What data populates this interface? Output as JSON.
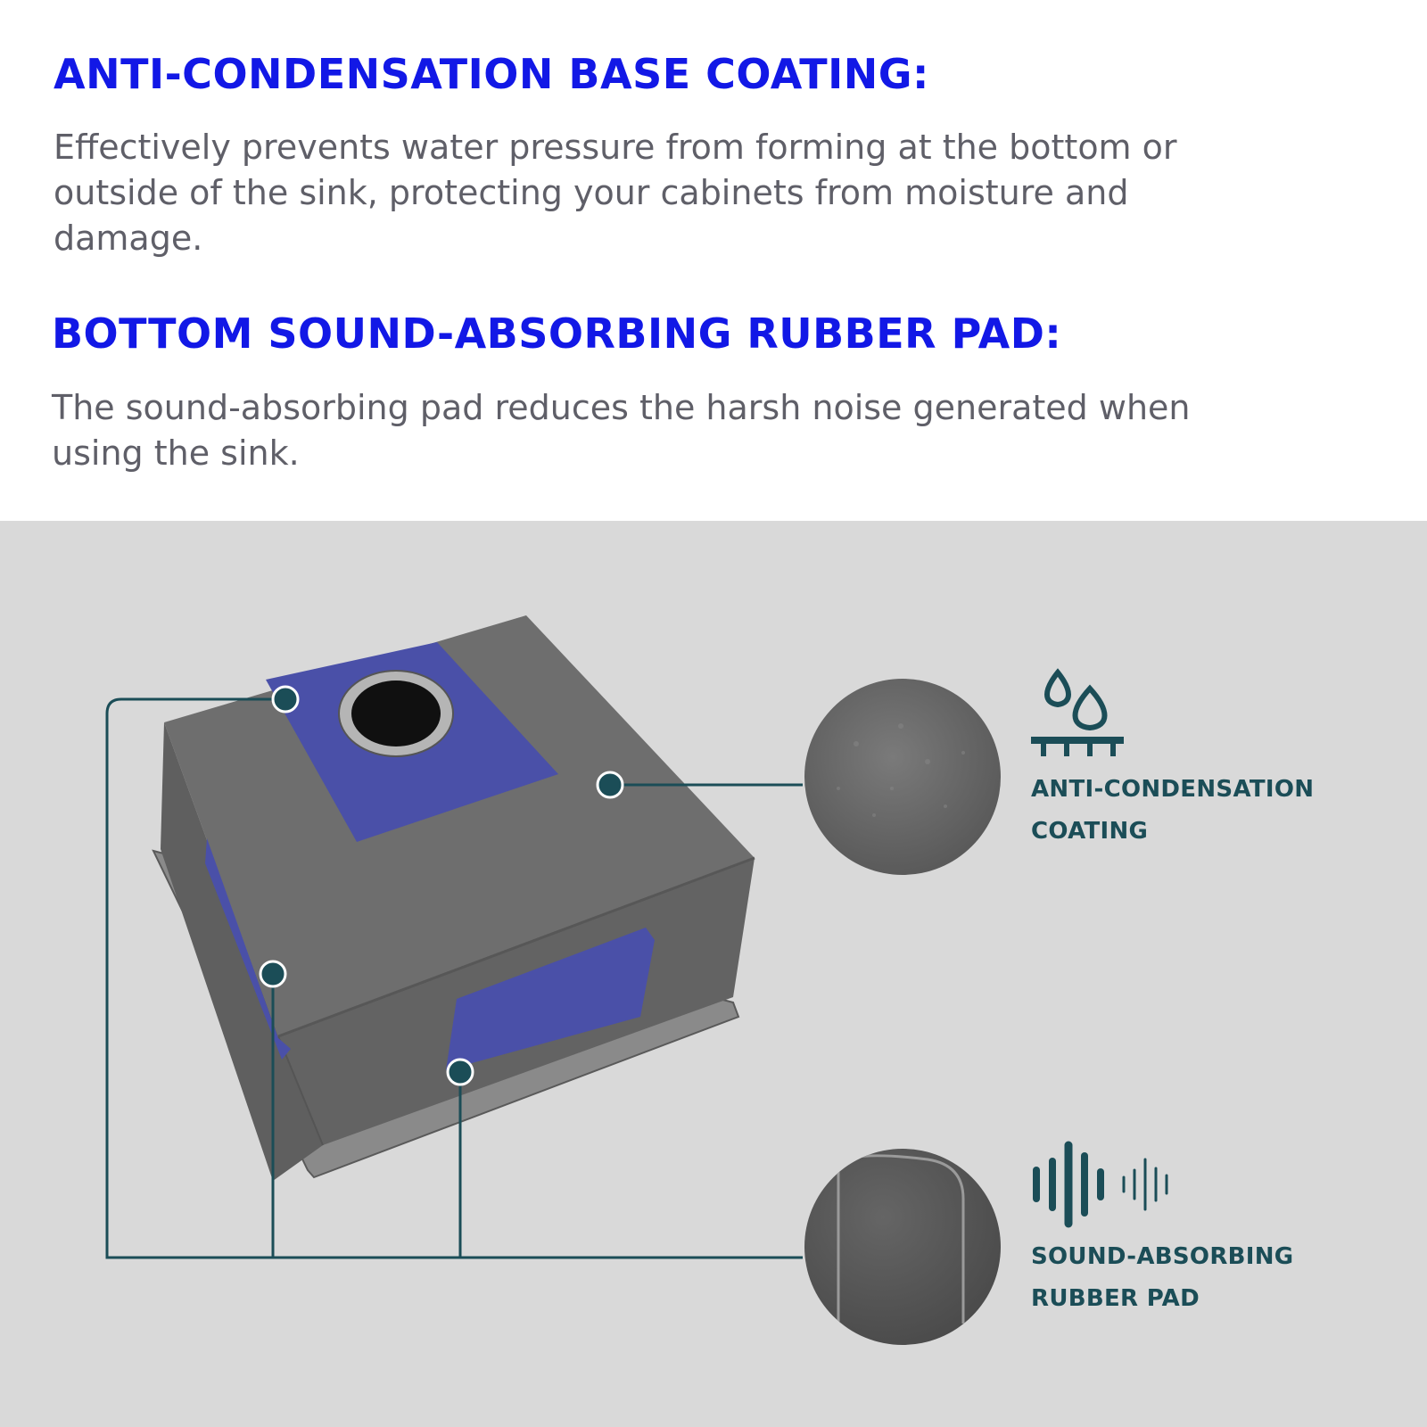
{
  "sections": [
    {
      "heading": "ANTI-CONDENSATION BASE COATING:",
      "body": "Effectively prevents water pressure from forming at the bottom or outside of the sink, protecting your cabinets from moisture and damage."
    },
    {
      "heading": "BOTTOM SOUND-ABSORBING RUBBER PAD:",
      "body": "The sound-absorbing pad reduces the harsh noise generated when using the sink."
    }
  ],
  "callouts": [
    {
      "line1": "ANTI-CONDENSATION",
      "line2": "COATING",
      "icon": "water-drops-icon"
    },
    {
      "line1": "SOUND-ABSORBING",
      "line2": "RUBBER PAD",
      "icon": "sound-wave-icon"
    }
  ],
  "colors": {
    "heading": "#1218e6",
    "body_text": "#5f5f68",
    "panel_bg": "#d9d9d9",
    "callout_teal": "#1b4d57",
    "sink_gray": "#6b6b6b",
    "pad_blue": "#4a50a8"
  }
}
